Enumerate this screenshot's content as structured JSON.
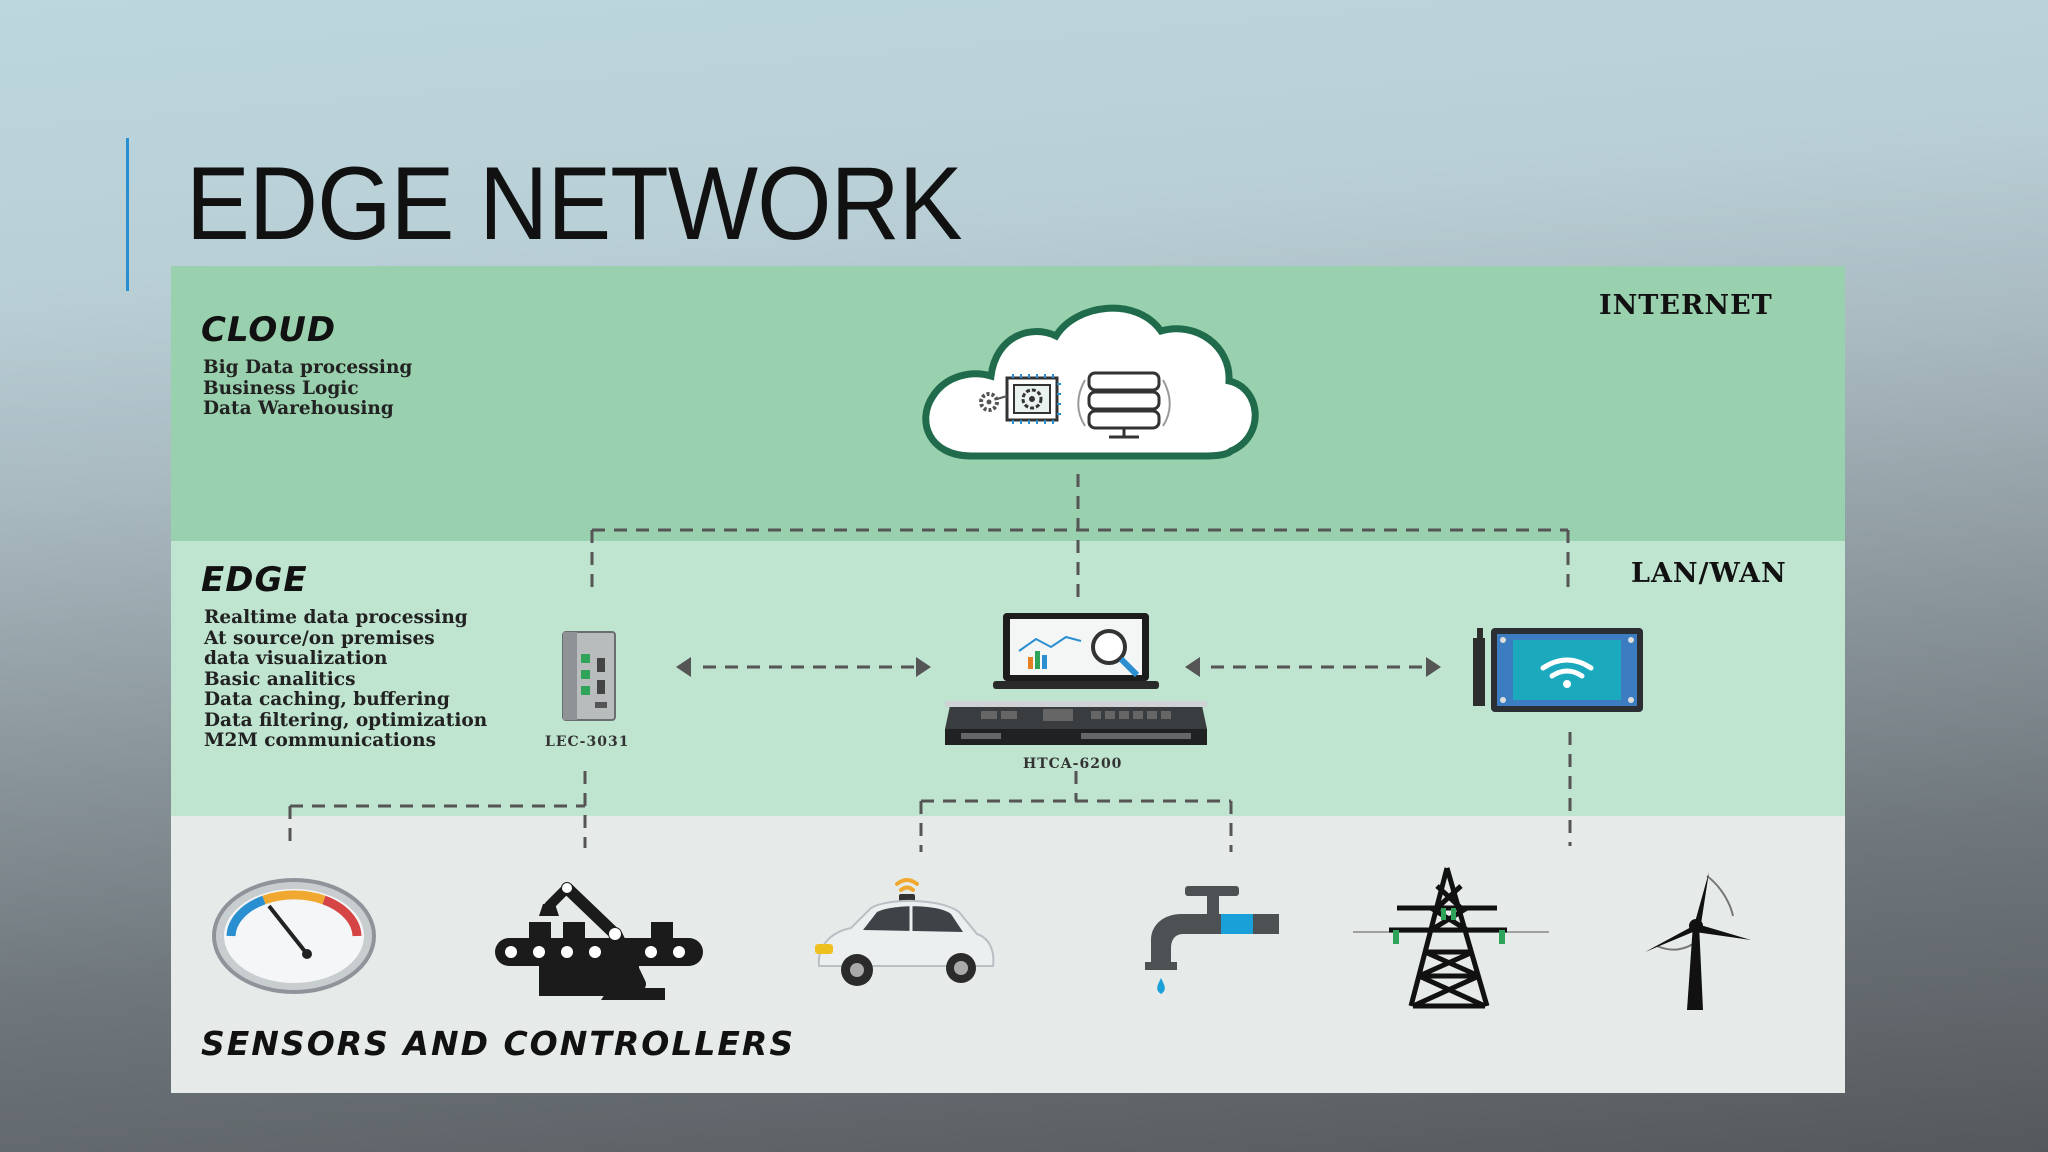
{
  "slide": {
    "title": "EDGE NETWORK"
  },
  "diagram": {
    "cloud": {
      "title": "CLOUD",
      "network_label": "INTERNET",
      "features": [
        "Big Data processing",
        "Business Logic",
        "Data Warehousing"
      ]
    },
    "edge": {
      "title": "EDGE",
      "network_label": "LAN/WAN",
      "features": [
        "Realtime data processing",
        "At source/on premises",
        "data visualization",
        "Basic analitics",
        "Data caching, buffering",
        "Data filtering, optimization",
        "M2M communications"
      ],
      "devices": [
        {
          "label": "LEC-3031",
          "icon": "industrial-controller-icon"
        },
        {
          "label": "HTCA-6200",
          "icon": "server-with-laptop-icon"
        },
        {
          "label": "",
          "icon": "wifi-panel-icon"
        }
      ]
    },
    "sensors": {
      "title": "SENSORS AND CONTROLLERS",
      "items": [
        "gauge-icon",
        "robot-arm-conveyor-icon",
        "self-driving-car-icon",
        "water-tap-icon",
        "power-pylon-icon",
        "wind-turbine-icon"
      ]
    },
    "colors": {
      "cloud_band": "#99d0ae",
      "edge_band": "#bfe4d0",
      "sensor_band": "#e6ebea",
      "cloud_outline": "#1f6b4b",
      "accent_blue": "#2a8fd1",
      "connector": "#555555"
    }
  }
}
